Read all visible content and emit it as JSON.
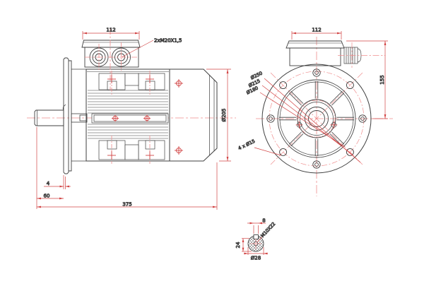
{
  "drawing": {
    "side_view": {
      "dim_box_width": "112",
      "gland_label": "2xM20X1,5",
      "dim_body_diameter": "Ø205",
      "dim_flange_step": "4",
      "dim_shaft_length": "60",
      "dim_total_length": "375"
    },
    "front_view": {
      "dim_box_width": "112",
      "dim_center_to_top": "155",
      "dim_flange_od": "Ø250",
      "dim_bolt_circle": "Ø215",
      "dim_spigot": "Ø180",
      "dim_bolt_holes": "4 x Ø15"
    },
    "shaft_detail": {
      "dim_key_width": "8",
      "dim_tapped_hole": "M10X22",
      "dim_key_depth": "24",
      "dim_shaft_diameter": "Ø28"
    },
    "colors": {
      "line": "#3f3f3f",
      "dimension_red": "#d24545",
      "centerline_red": "#ef8d8d",
      "background": "#ffffff"
    }
  }
}
